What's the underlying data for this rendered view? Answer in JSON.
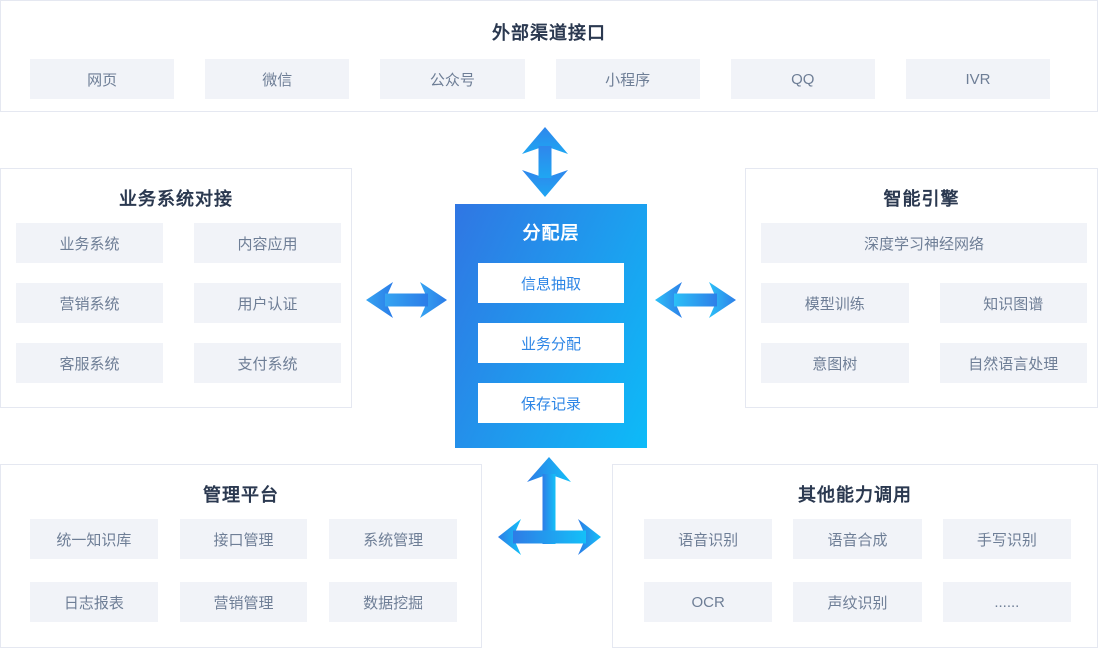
{
  "panels": {
    "external": {
      "title": "外部渠道接口",
      "items": [
        "网页",
        "微信",
        "公众号",
        "小程序",
        "QQ",
        "IVR"
      ]
    },
    "business": {
      "title": "业务系统对接",
      "items": [
        "业务系统",
        "内容应用",
        "营销系统",
        "用户认证",
        "客服系统",
        "支付系统"
      ]
    },
    "center": {
      "title": "分配层",
      "items": [
        "信息抽取",
        "业务分配",
        "保存记录"
      ]
    },
    "engine": {
      "title": "智能引擎",
      "items": [
        "深度学习神经网络",
        "模型训练",
        "知识图谱",
        "意图树",
        "自然语言处理"
      ]
    },
    "management": {
      "title": "管理平台",
      "items": [
        "统一知识库",
        "接口管理",
        "系统管理",
        "日志报表",
        "营销管理",
        "数据挖掘"
      ]
    },
    "other": {
      "title": "其他能力调用",
      "items": [
        "语音识别",
        "语音合成",
        "手写识别",
        "OCR",
        "声纹识别",
        "......"
      ]
    }
  },
  "colors": {
    "panel_border": "#e5e8f1",
    "chip_background": "#f1f3f8",
    "chip_text": "#6e7e96",
    "title_text": "#2b3950",
    "center_gradient_start": "#3076e3",
    "center_gradient_end": "#0dbbf8",
    "center_chip_text": "#2e86e6",
    "arrow_blue": "#2e7ce6",
    "arrow_cyan": "#14b6f6"
  }
}
